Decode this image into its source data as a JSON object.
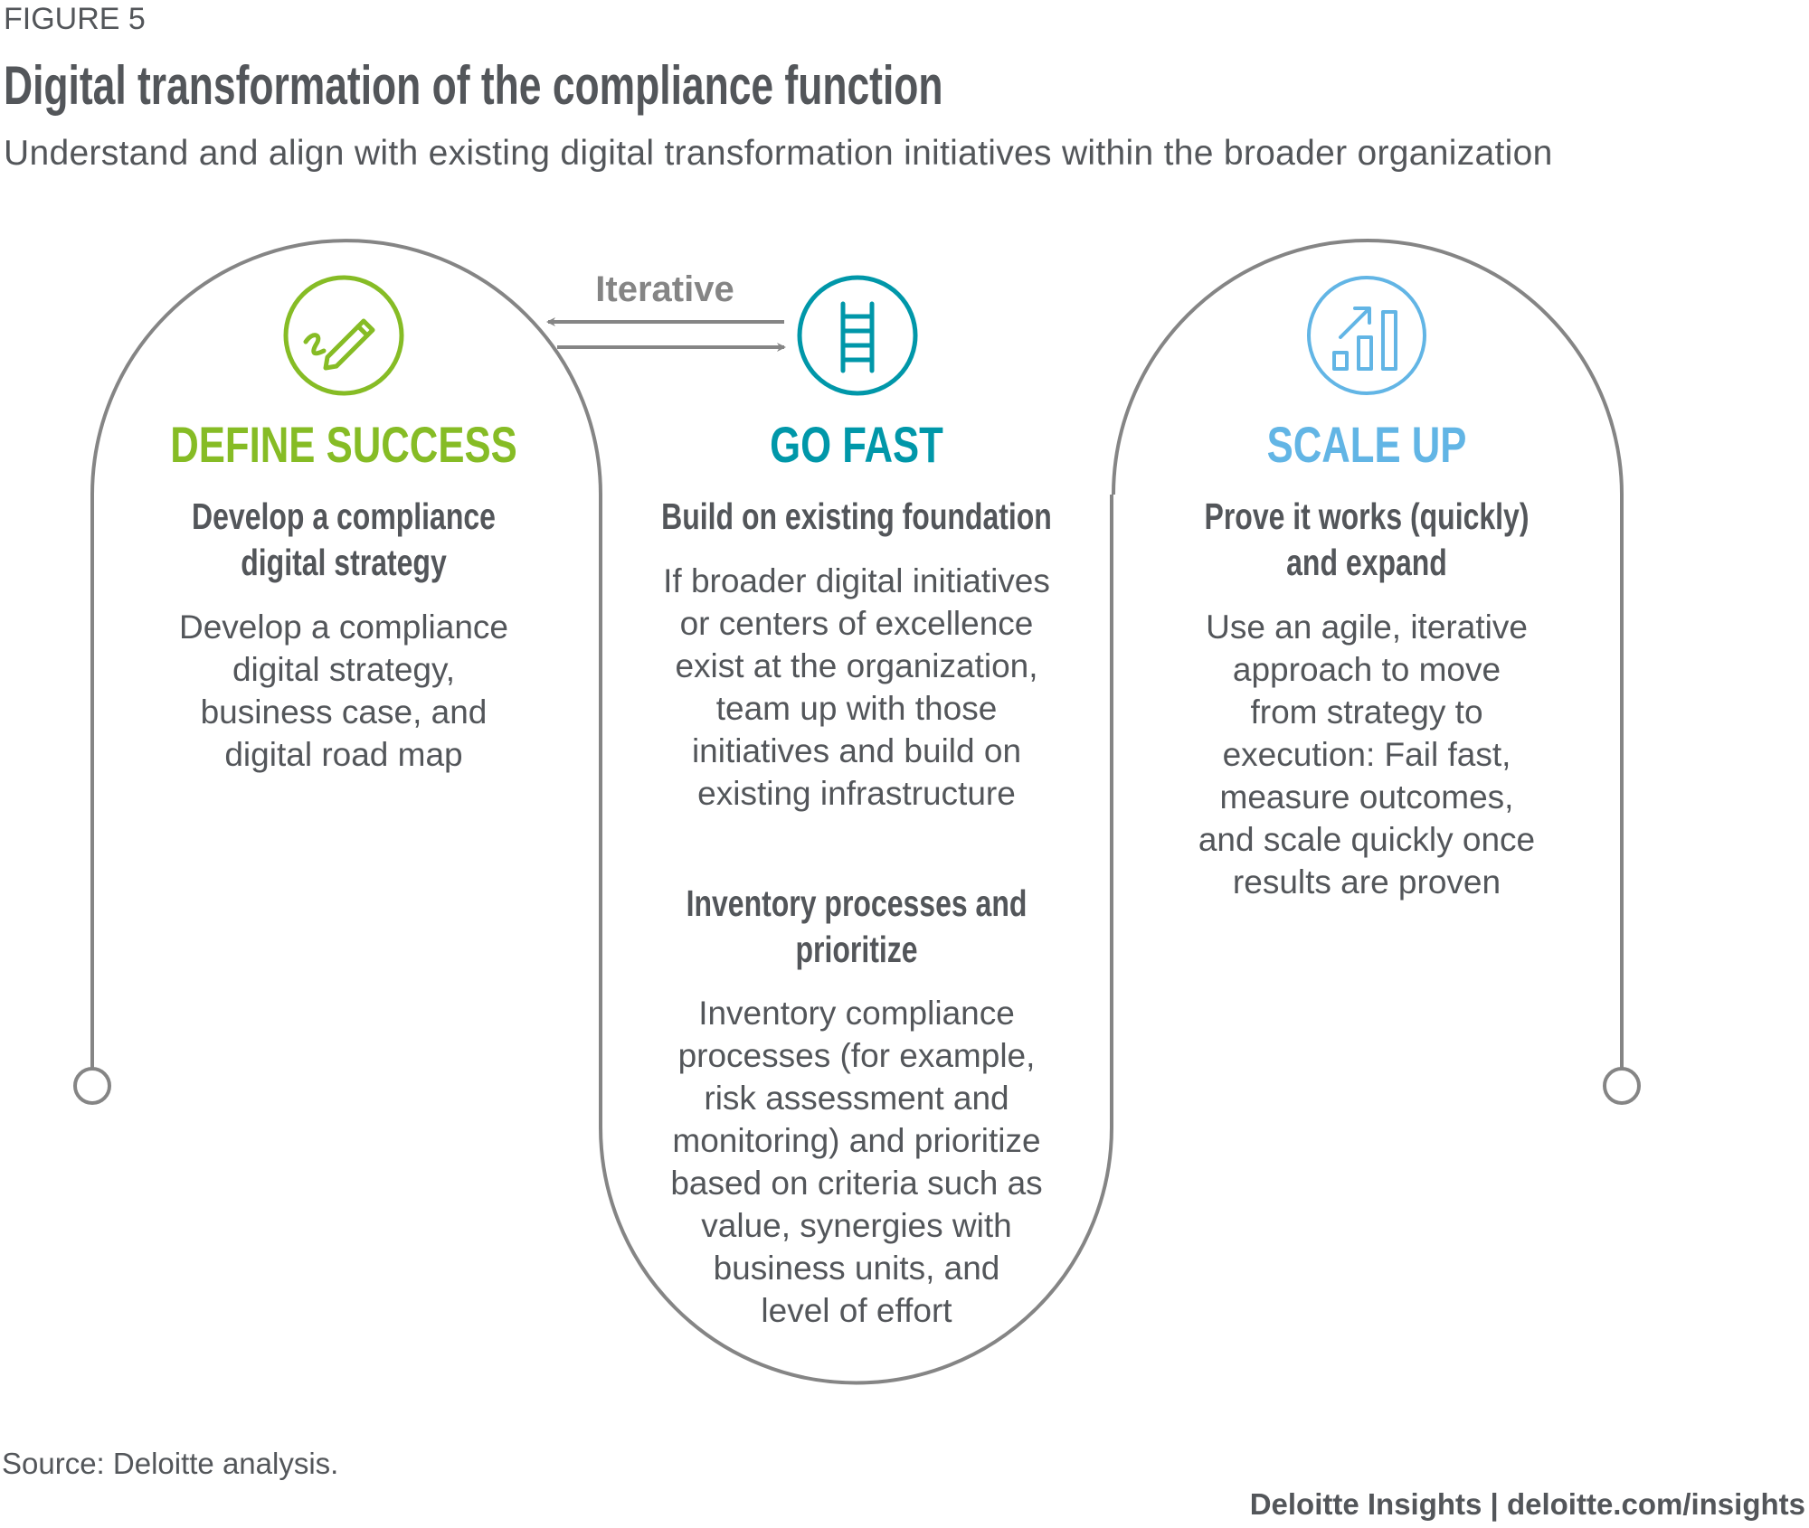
{
  "figure_label": "FIGURE 5",
  "title": "Digital transformation of the compliance function",
  "subtitle": "Understand and align with existing digital transformation initiatives within the broader organization",
  "iterative_label": "Iterative",
  "colors": {
    "define": "#86bc25",
    "go": "#0097a9",
    "scale": "#62b5e5",
    "outline": "#858585",
    "text": "#53565a"
  },
  "columns": [
    {
      "icon": "pencil-signature-icon",
      "heading": "DEFINE SUCCESS",
      "sections": [
        {
          "subhead": [
            "Develop a compliance",
            "digital strategy"
          ],
          "body": [
            "Develop a compliance",
            "digital strategy,",
            "business case, and",
            "digital road map"
          ]
        }
      ]
    },
    {
      "icon": "ladder-icon",
      "heading": "GO FAST",
      "sections": [
        {
          "subhead": [
            "Build on existing foundation"
          ],
          "body": [
            "If broader digital initiatives",
            "or centers of excellence",
            "exist at the organization,",
            "team up with those",
            "initiatives and build on",
            "existing infrastructure"
          ]
        },
        {
          "subhead": [
            "Inventory processes and",
            "prioritize"
          ],
          "body": [
            "Inventory compliance",
            "processes (for example,",
            "risk assessment and",
            "monitoring) and prioritize",
            "based on criteria such as",
            "value, synergies with",
            "business units, and",
            "level of effort"
          ]
        }
      ]
    },
    {
      "icon": "growth-chart-icon",
      "heading": "SCALE UP",
      "sections": [
        {
          "subhead": [
            "Prove it works (quickly)",
            "and expand"
          ],
          "body": [
            "Use an agile, iterative",
            "approach to move",
            "from strategy to",
            "execution: Fail fast,",
            "measure outcomes,",
            "and scale quickly once",
            "results are proven"
          ]
        }
      ]
    }
  ],
  "source": "Source: Deloitte analysis.",
  "credit": "Deloitte Insights | deloitte.com/insights"
}
